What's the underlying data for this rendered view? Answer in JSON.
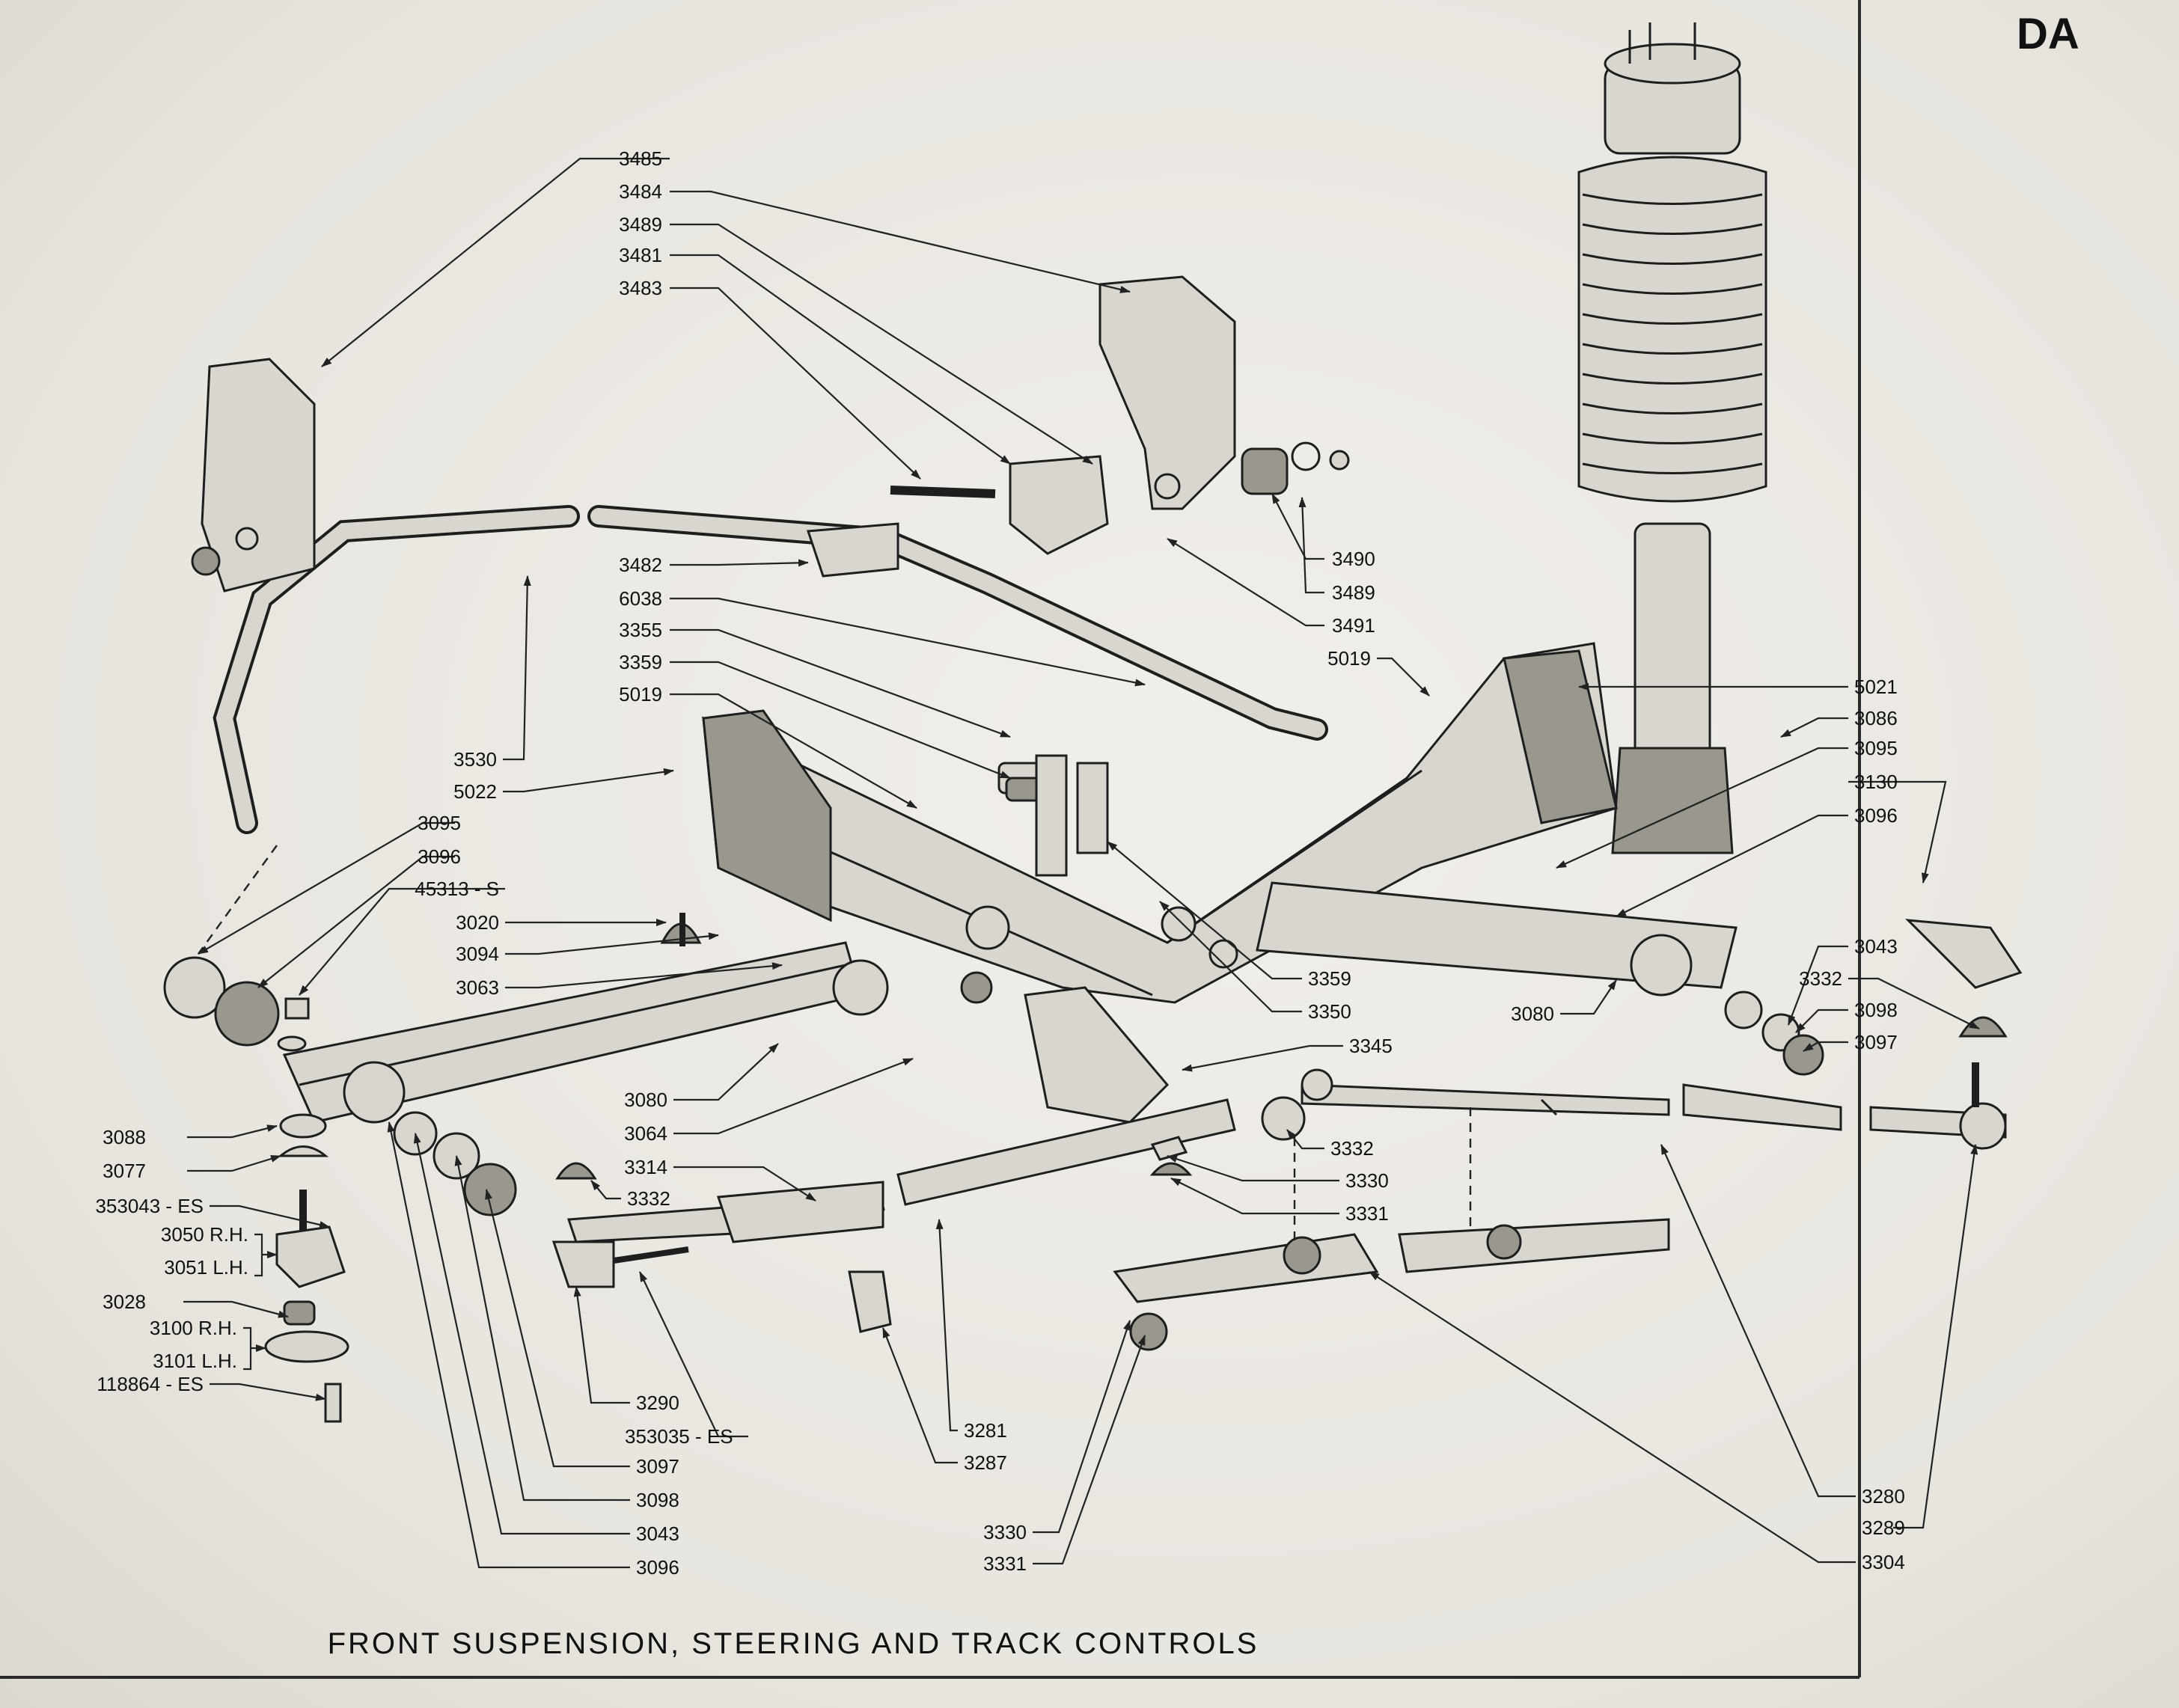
{
  "page_code": "DA",
  "title": "FRONT SUSPENSION, STEERING AND TRACK CONTROLS",
  "callouts": [
    "3485",
    "3484",
    "3489",
    "3481",
    "3483",
    "3490",
    "3489",
    "3491",
    "3482",
    "6038",
    "3355",
    "3359",
    "5019",
    "5019",
    "5021",
    "3086",
    "3095",
    "3130",
    "3096",
    "3530",
    "5022",
    "3095",
    "3096",
    "45313 - S",
    "3020",
    "3094",
    "3063",
    "3359",
    "3350",
    "3080",
    "3043",
    "3332",
    "3098",
    "3097",
    "3345",
    "3080",
    "3064",
    "3088",
    "3077",
    "3314",
    "3332",
    "3332",
    "3330",
    "3331",
    "353043 - ES",
    "3050 R.H.",
    "3051 L.H.",
    "3028",
    "3100 R.H.",
    "3101 L.H.",
    "118864 - ES",
    "3290",
    "353035 - ES",
    "3281",
    "3287",
    "3097",
    "3098",
    "3043",
    "3096",
    "3330",
    "3331",
    "3280",
    "3289",
    "3304"
  ]
}
